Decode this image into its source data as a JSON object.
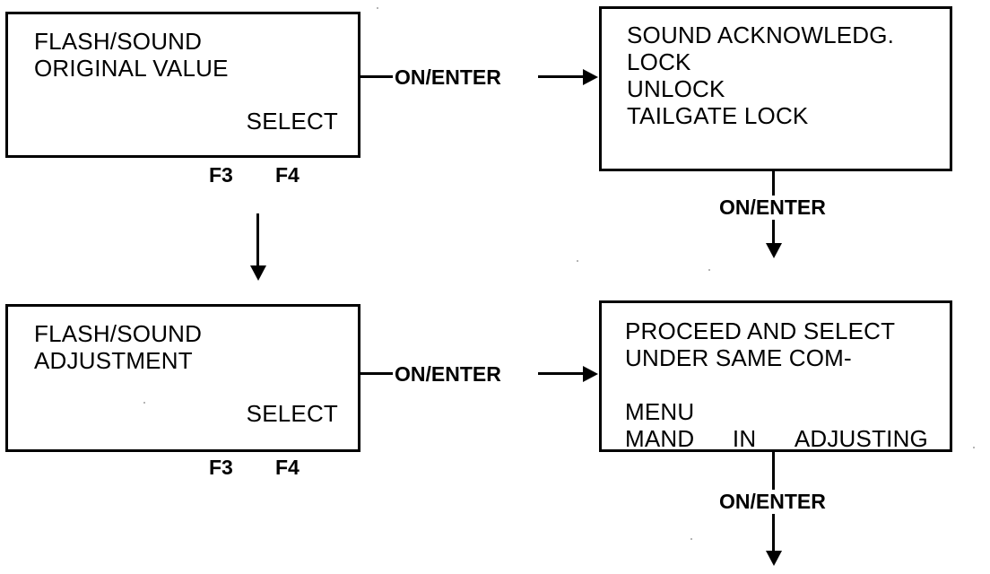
{
  "diagram": {
    "title": "Flash/Sound menu navigation flow",
    "colors": {
      "ink": "#000000",
      "paper": "#ffffff"
    },
    "boxes": [
      {
        "id": "flash-sound-original",
        "lines": [
          "FLASH/SOUND",
          "ORIGINAL VALUE"
        ],
        "select_label": "SELECT",
        "keys": [
          "F3",
          "F4"
        ]
      },
      {
        "id": "sound-menu",
        "lines": [
          "SOUND ACKNOWLEDG.",
          "LOCK",
          "UNLOCK",
          "TAILGATE LOCK"
        ]
      },
      {
        "id": "flash-sound-adjustment",
        "lines": [
          "FLASH/SOUND",
          "ADJUSTMENT"
        ],
        "select_label": "SELECT",
        "keys": [
          "F3",
          "F4"
        ]
      },
      {
        "id": "proceed-select",
        "lines": [
          "PROCEED AND SELECT",
          "UNDER SAME COM-",
          "MENU"
        ],
        "justified_line": [
          "MAND",
          "IN",
          "ADJUSTING"
        ]
      }
    ],
    "connectors": [
      {
        "id": "original-to-sound-menu",
        "label": "ON/ENTER",
        "direction": "right"
      },
      {
        "id": "adjustment-to-proceed",
        "label": "ON/ENTER",
        "direction": "right"
      },
      {
        "id": "original-to-adjustment",
        "label": "",
        "direction": "down"
      },
      {
        "id": "sound-menu-next",
        "label": "ON/ENTER",
        "direction": "down"
      },
      {
        "id": "proceed-next",
        "label": "ON/ENTER",
        "direction": "down"
      }
    ]
  }
}
